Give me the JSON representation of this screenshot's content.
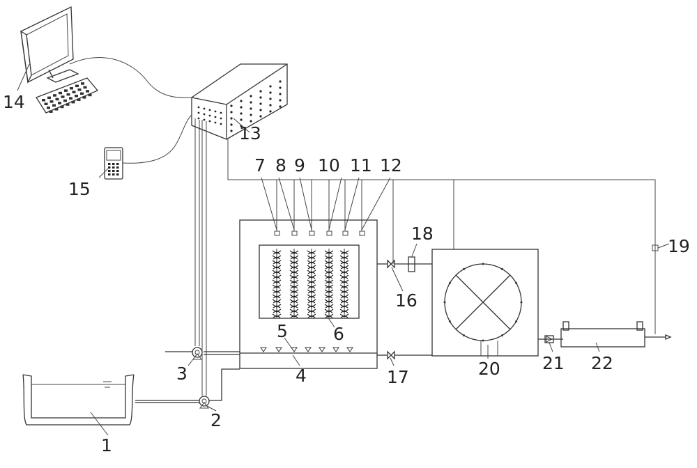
{
  "labels": {
    "l1": "1",
    "l2": "2",
    "l3": "3",
    "l4": "4",
    "l5": "5",
    "l6": "6",
    "l7": "7",
    "l8": "8",
    "l9": "9",
    "l10": "10",
    "l11": "11",
    "l12": "12",
    "l13": "13",
    "l14": "14",
    "l15": "15",
    "l16": "16",
    "l17": "17",
    "l18": "18",
    "l19": "19",
    "l20": "20",
    "l21": "21",
    "l22": "22"
  },
  "icons": [
    "computer-monitor-icon",
    "keyboard-icon",
    "handheld-terminal-icon",
    "pump-icon",
    "valve-icon",
    "check-valve-icon",
    "sensor-icon",
    "nozzle-icon",
    "plant-icon"
  ],
  "colors": {
    "line": "#333333",
    "background": "#ffffff"
  }
}
